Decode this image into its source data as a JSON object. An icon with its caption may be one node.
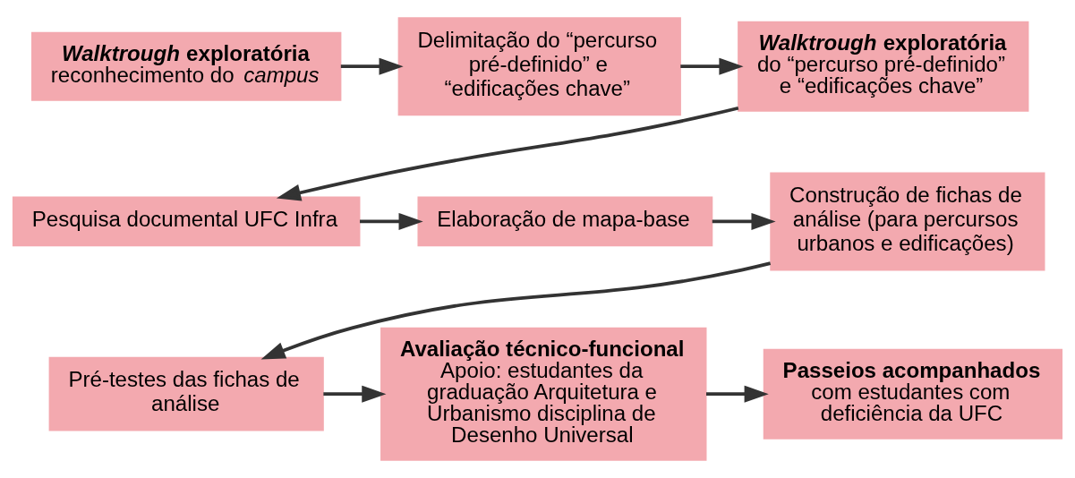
{
  "diagram": {
    "nodes": [
      {
        "text": [
          "***Walktrough* exploratória**",
          "reconhecimento do *campus*"
        ]
      },
      {
        "text": [
          "Delimitação do “percurso pré-definido” e “edificações chave”"
        ]
      },
      {
        "text": [
          "***Walktrough* exploratória**",
          "do “percurso pré-definido” e “edificações chave”"
        ]
      },
      {
        "text": [
          "Pesquisa documental UFC Infra"
        ]
      },
      {
        "text": [
          "Elaboração de mapa-base"
        ]
      },
      {
        "text": [
          "Construção de fichas de análise (para percursos urbanos e edificações)"
        ]
      },
      {
        "text": [
          "Pré-testes das fichas de análise"
        ]
      },
      {
        "text": [
          "**Avaliação técnico-funcional**",
          "Apoio: estudantes da graduação Arquitetura e Urbanismo disciplina de Desenho Universal"
        ]
      },
      {
        "text": [
          "**Passeios acompanhados**",
          "com estudantes com deficiência da UFC"
        ]
      }
    ],
    "edges": [
      {
        "from": 0,
        "to": 1,
        "arrow": "to"
      },
      {
        "from": 1,
        "to": 2,
        "arrow": "to"
      },
      {
        "from": 2,
        "to": 3,
        "arrow": "to"
      },
      {
        "from": 3,
        "to": 4,
        "arrow": "to"
      },
      {
        "from": 4,
        "to": 5,
        "arrow": "to"
      },
      {
        "from": 5,
        "to": 6,
        "arrow": "to"
      },
      {
        "from": 6,
        "to": 7,
        "arrow": "to"
      },
      {
        "from": 7,
        "to": 8,
        "arrow": "to"
      }
    ]
  }
}
